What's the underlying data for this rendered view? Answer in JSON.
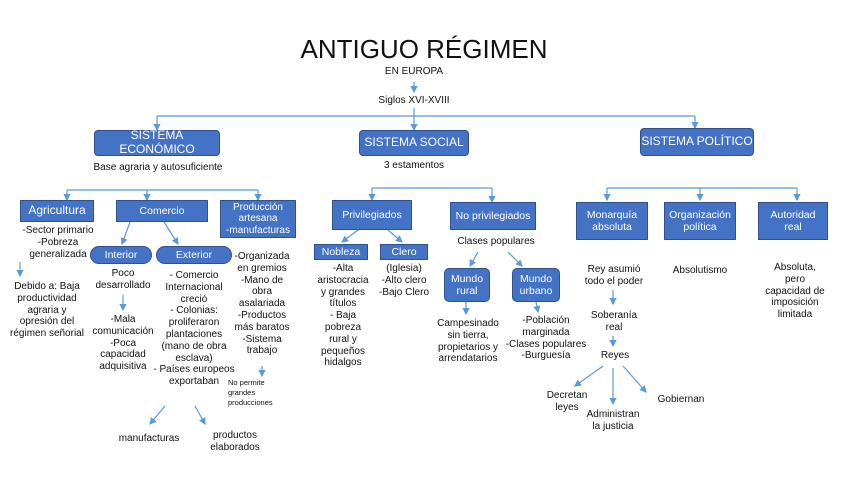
{
  "title": "ANTIGUO RÉGIMEN",
  "subtitle": "EN EUROPA",
  "period": "Siglos XVI-XVIII",
  "colors": {
    "box": "#4472c4",
    "line": "#5b9bd5"
  },
  "economico": {
    "label": "SISTEMA ECONÓMICO",
    "desc": "Base agraria y autosuficiente",
    "agricultura": {
      "label": "Agricultura",
      "text": "-Sector primario\n-Pobreza\ngeneralizada",
      "cause": "Debido a: Baja\nproductividad\nagraria y\nopresión del\nrégimen señorial"
    },
    "comercio": {
      "label": "Comercio",
      "interior": {
        "label": "Interior",
        "text1": "Poco\ndesarrollado",
        "text2": "-Mala\ncomunicación\n-Poca\ncapacidad\nadquisitiva"
      },
      "exterior": {
        "label": "Exterior",
        "text": "- Comercio\nInternacional\ncreció\n- Colonias:\nproliferaron\nplantaciones\n(mano de obra\nesclava)\n- Países europeos\nexportaban",
        "left": "manufacturas",
        "right": "productos\nelaborados"
      }
    },
    "produccion": {
      "label": "Producción\nartesana\n-manufacturas",
      "text": "-Organizada\nen gremios\n-Mano de\nobra\nasalariada\n-Productos\nmás baratos\n-Sistema\ntrabajo",
      "note": "No permite\ngrandes\nproducciones"
    }
  },
  "social": {
    "label": "SISTEMA SOCIAL",
    "desc": "3 estamentos",
    "privilegiados": {
      "label": "Privilegiados",
      "nobleza": {
        "label": "Nobleza",
        "text": "-Alta\naristocracia\ny grandes\ntítulos\n- Baja\npobreza\nrural y\npequeños\nhidalgos"
      },
      "clero": {
        "label": "Clero",
        "text": "(Iglesia)\n-Alto clero\n-Bajo Clero"
      }
    },
    "no_privilegiados": {
      "label": "No privilegiados",
      "desc": "Clases populares",
      "rural": {
        "label": "Mundo\nrural",
        "text": "Campesinado\nsin tierra,\npropietarios y\narrendatarios"
      },
      "urbano": {
        "label": "Mundo\nurbano",
        "text": "-Población\nmarginada\n-Clases populares\n-Burguesía"
      }
    }
  },
  "politico": {
    "label": "SISTEMA POLÍTICO",
    "monarquia": {
      "label": "Monarquía\nabsoluta",
      "text1": "Rey asumió\ntodo el poder",
      "text2": "Soberanía\nreal",
      "reyes": "Reyes",
      "a1": "Decretan\nleyes",
      "a2": "Administran\nla justicia",
      "a3": "Gobiernan"
    },
    "organizacion": {
      "label": "Organización\npolítica",
      "text": "Absolutismo"
    },
    "autoridad": {
      "label": "Autoridad\nreal",
      "text": "Absoluta,\npero\ncapacidad de\nimposición\nlimitada"
    }
  }
}
